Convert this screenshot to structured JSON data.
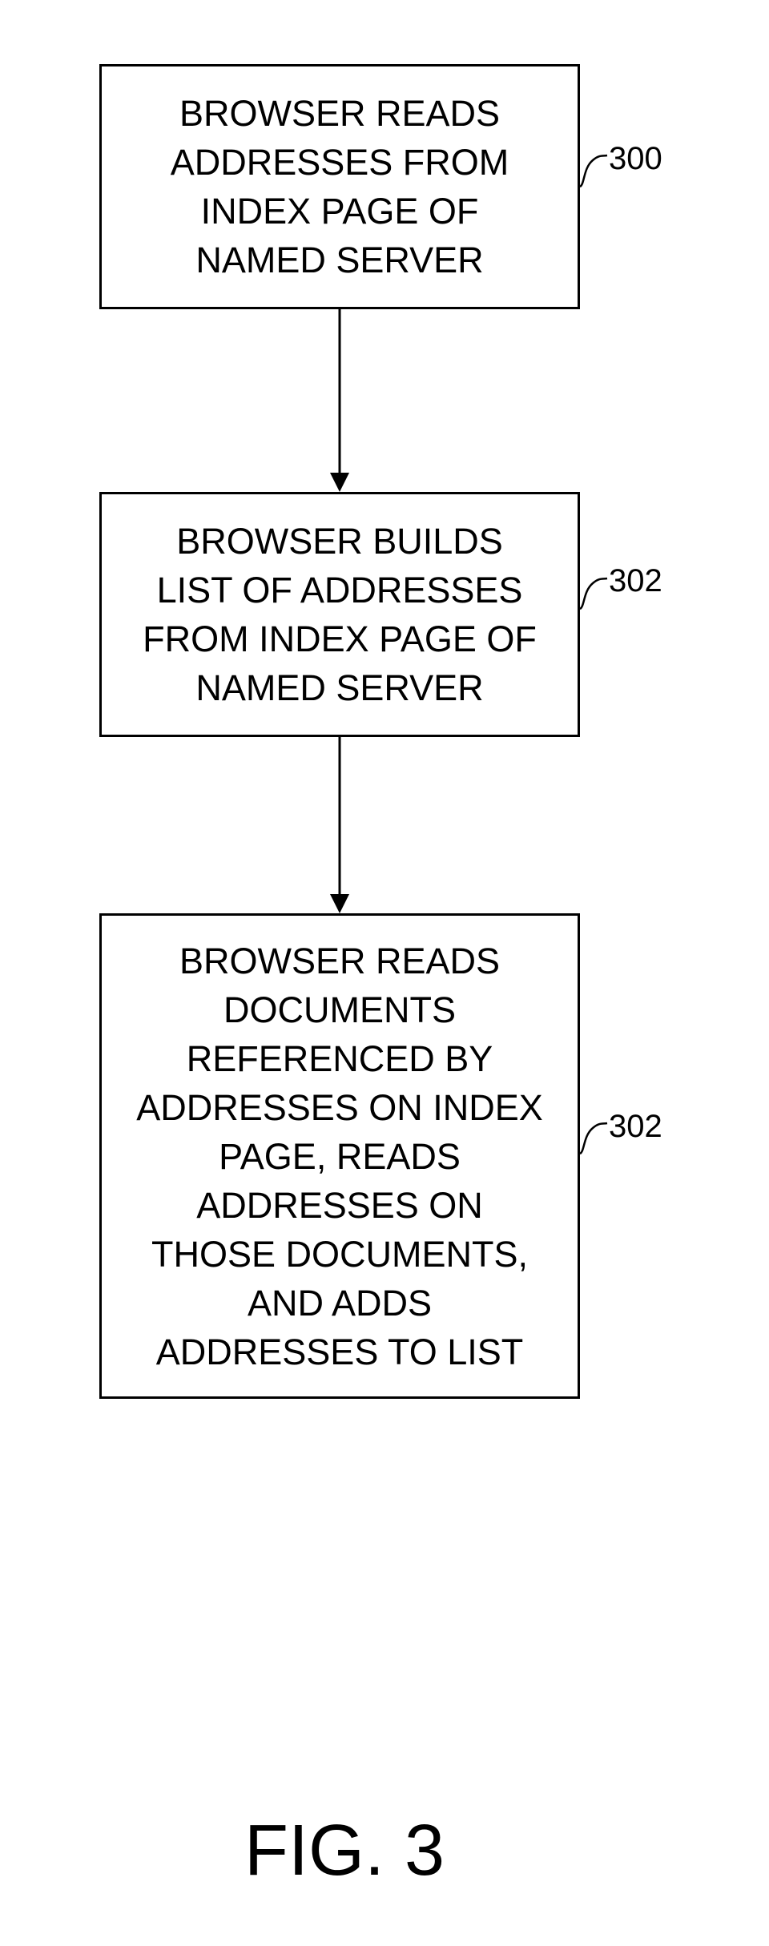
{
  "steps": [
    {
      "id": "300",
      "text": "BROWSER READS\nADDRESSES FROM\nINDEX PAGE OF\nNAMED SERVER"
    },
    {
      "id": "302",
      "text": "BROWSER BUILDS\nLIST OF ADDRESSES\nFROM INDEX PAGE OF\nNAMED SERVER"
    },
    {
      "id": "302",
      "text": "BROWSER READS\nDOCUMENTS\nREFERENCED BY\nADDRESSES ON INDEX\nPAGE, READS\nADDRESSES ON\nTHOSE DOCUMENTS,\nAND ADDS\nADDRESSES TO LIST"
    }
  ],
  "figure_label": "FIG. 3"
}
